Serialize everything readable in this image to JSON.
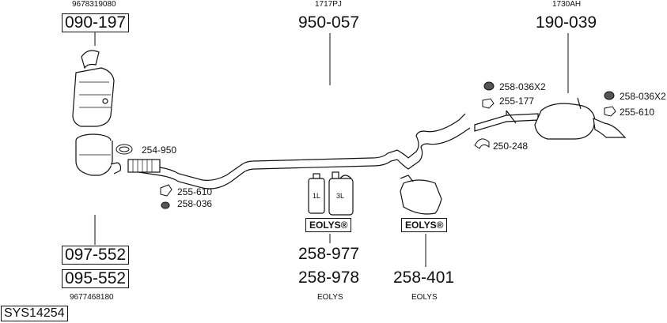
{
  "oem_top_left": "9678319080",
  "oem_top_mid": "1717PJ",
  "oem_top_right": "1730AH",
  "oem_bottom_left": "9677468180",
  "pn_cat_top": "090-197",
  "pn_mid_pipe": "950-057",
  "pn_rear_silencer": "190-039",
  "pn_cat_low_1": "097-552",
  "pn_cat_low_2": "095-552",
  "pn_additive_1": "258-977",
  "pn_additive_2": "258-978",
  "pn_additive_bag": "258-401",
  "eolys_badge_1": "EOLYS®",
  "eolys_badge_2": "EOLYS®",
  "eolys_text_1": "EOLYS",
  "eolys_text_2": "EOLYS",
  "small_clamp_front": "254-950",
  "small_front_hanger": "255-610",
  "small_front_rubber": "258-036",
  "small_rear_rubber_x2_a": "258-036X2",
  "small_rear_hanger_a": "255-177",
  "small_rear_clamp": "250-248",
  "small_rear_rubber_x2_b": "258-036X2",
  "small_rear_hanger_b": "255-610",
  "can_label_1": "1L",
  "can_label_2": "3L",
  "system_code": "SYS14254"
}
